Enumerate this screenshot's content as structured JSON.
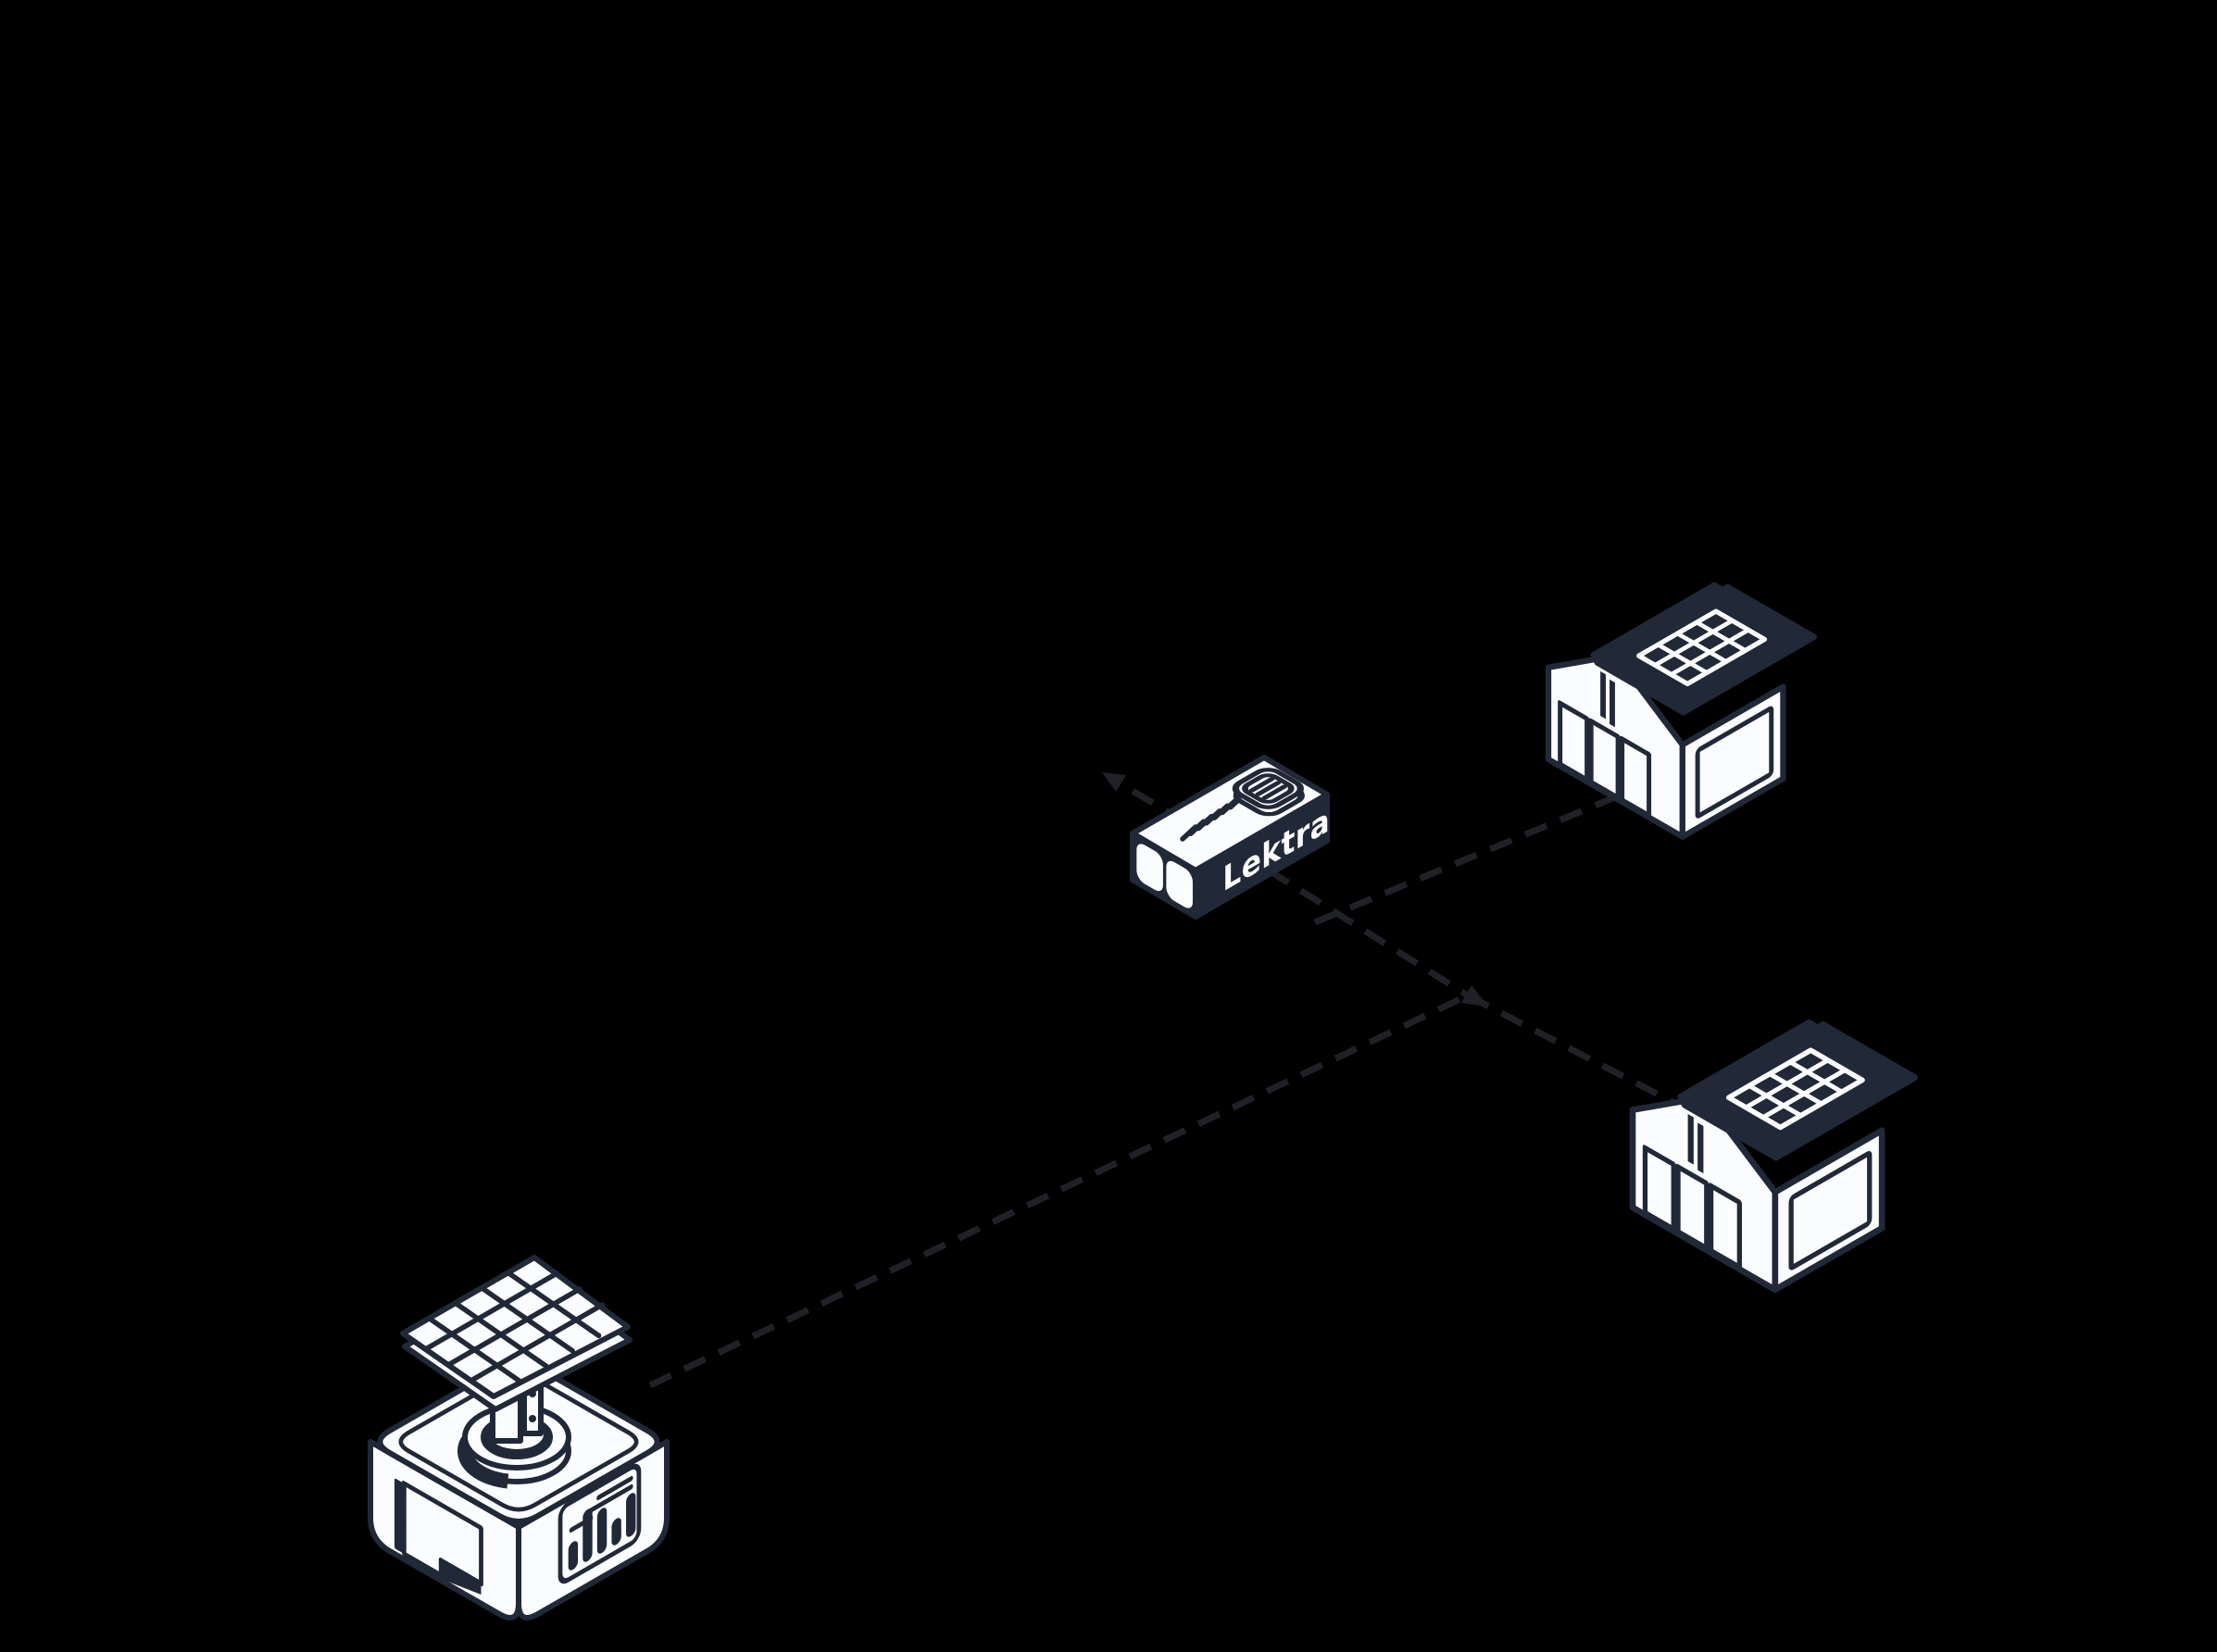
{
  "scene": {
    "description": "Isometric illustration on black: a solar power station connected by dashed energy lines through a Lektra battery unit and a junction to two solar-roof houses",
    "background": "#000000"
  },
  "theme": {
    "bg": "#000000",
    "paper": "#fbfcfe",
    "ink": "#212837",
    "line": "#1f2127"
  },
  "battery_unit": {
    "name": "battery-unit",
    "label": "Lektra",
    "vent_slashes": 7,
    "top_device_lines": 4
  },
  "solar_station": {
    "name": "solar-power-station",
    "panel_grid": {
      "cols": 5,
      "rows": 4
    },
    "display": {
      "text_lines": 3,
      "bars": [
        30,
        56,
        48,
        28,
        46
      ]
    },
    "door": true
  },
  "houses": [
    {
      "name": "house-upper",
      "roof_panel_grid": {
        "cols": 4,
        "rows": 3
      },
      "front_windows": 3,
      "side_windows": 1,
      "gable_stripes": 2
    },
    {
      "name": "house-lower",
      "roof_panel_grid": {
        "cols": 4,
        "rows": 3
      },
      "front_windows": 3,
      "side_windows": 1,
      "gable_stripes": 2
    }
  ],
  "connections": [
    {
      "id": "battery-outflow",
      "style": "dashed",
      "arrow": true
    },
    {
      "id": "battery-to-house-upper",
      "style": "dashed",
      "arrow": false
    },
    {
      "id": "battery-to-junction",
      "style": "dashed",
      "arrow": false
    },
    {
      "id": "junction-to-house-lower",
      "style": "dashed",
      "arrow": false
    },
    {
      "id": "station-to-junction",
      "style": "dashed",
      "arrow": false
    },
    {
      "id": "junction-arrow",
      "style": "arrow",
      "arrow": true
    }
  ]
}
